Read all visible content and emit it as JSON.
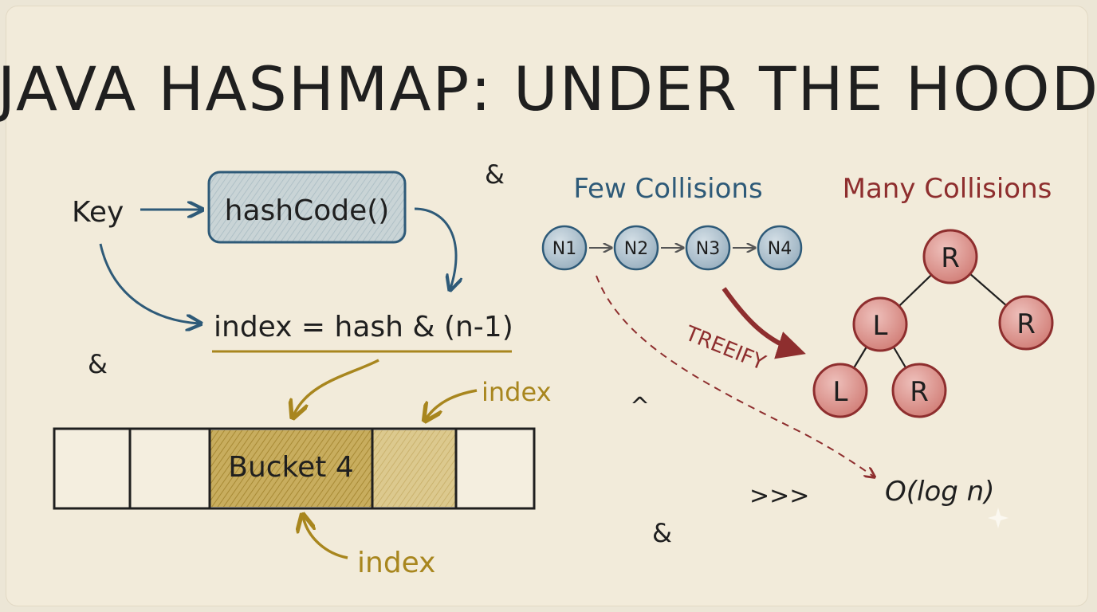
{
  "title": "JAVA HASHMAP: UNDER THE HOOD",
  "flow": {
    "key_label": "Key",
    "hash_label": "hashCode()",
    "index_formula": "index = hash & (n-1)",
    "bucket_label": "Bucket 4",
    "index_top": "index",
    "index_bottom": "index"
  },
  "few_collisions": {
    "heading": "Few Collisions",
    "nodes": [
      "N1",
      "N2",
      "N3",
      "N4"
    ]
  },
  "many_collisions": {
    "heading": "Many Collisions",
    "tree_root": "R",
    "tree_left": "L",
    "tree_right": "R",
    "tree_left_left": "L",
    "tree_left_right": "R"
  },
  "treeify_label": "TREEIFY",
  "complexity_label": "O(log n)",
  "decor": {
    "amp_1": "&",
    "amp_2": "&",
    "amp_3": "&",
    "caret": "^",
    "chevrons": ">>>"
  },
  "colors": {
    "blue": "#2e5a78",
    "red": "#8e2e2e",
    "gold": "#a8861e",
    "ink": "#1f1f1f"
  }
}
